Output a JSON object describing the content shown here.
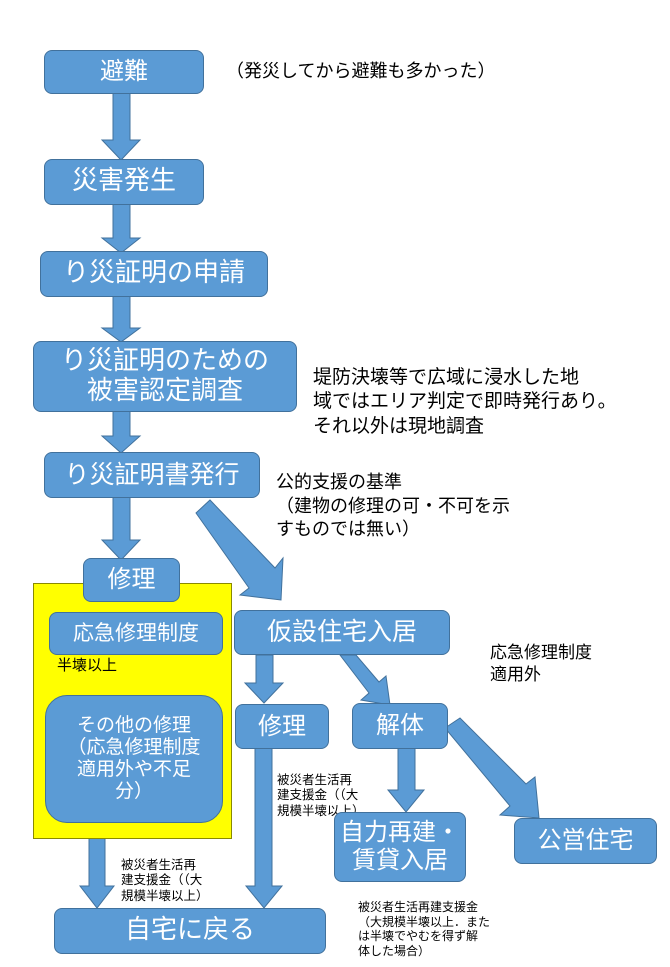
{
  "colors": {
    "box_fill": "#5b9bd5",
    "box_border": "#41719c",
    "arrow_fill": "#5b9bd5",
    "highlight": "#ffff00",
    "text_on_box": "#ffffff",
    "note_text": "#000000"
  },
  "nodes": {
    "evacuation": "避難",
    "disaster": "災害発生",
    "apply_cert": "り災証明の申請",
    "damage_survey": "り災証明のための\n被害認定調査",
    "issue_cert": "り災証明書発行",
    "repair_main": "修理",
    "emergency_repair": "応急修理制度",
    "other_repair": "その他の修理\n（応急修理制度\n適用外や不足\n分）",
    "temp_housing": "仮設住宅入居",
    "repair_temp": "修理",
    "demolition": "解体",
    "self_rebuild": "自力再建・\n賃貸入居",
    "public_housing": "公営住宅",
    "return_home": "自宅に戻る"
  },
  "notes": {
    "evacuation_note": "（発災してから避難も多かった）",
    "survey_note": "堤防決壊等で広域に浸水した地\n域ではエリア判定で即時発行あり。\nそれ以外は現地調査",
    "cert_note": "公的支援の基準\n（建物の修理の可・不可を示\nすものでは無い）",
    "half_destroyed": "半壊以上",
    "temp_note": "応急修理制度\n適用外",
    "support_repair": "被災者生活再\n建支援金（（大\n規模半壊以上）",
    "support_yellow": "被災者生活再\n建支援金（（大\n規模半壊以上）",
    "support_rebuild": "被災者生活再建支援金\n（大規模半壊以上．また\nは半壊でやむを得ず解\n体した場合）"
  }
}
